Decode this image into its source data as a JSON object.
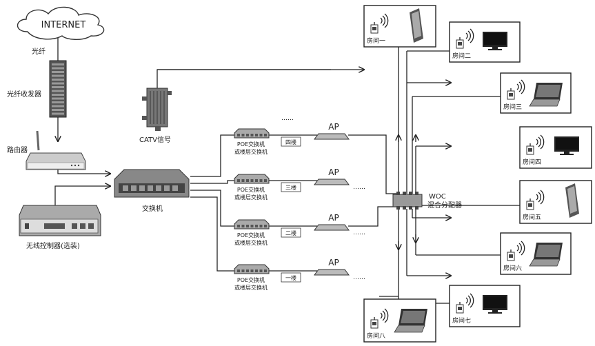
{
  "internet": {
    "label": "INTERNET"
  },
  "fiber": {
    "label": "光纤"
  },
  "fiber_transceiver": {
    "label": "光纤收发器"
  },
  "router": {
    "label": "路由器"
  },
  "wireless_controller": {
    "label": "无线控制器(选装)"
  },
  "core_switch": {
    "label": "交换机"
  },
  "catv": {
    "label": "CATV信号"
  },
  "woc": {
    "title": "WOC",
    "subtitle": "混合分配器"
  },
  "dots": "……",
  "floors": [
    {
      "switch_line1": "POE交换机",
      "switch_line2": "或楼层交换机",
      "floor": "四楼",
      "ap": "AP"
    },
    {
      "switch_line1": "POE交换机",
      "switch_line2": "或楼层交换机",
      "floor": "三楼",
      "ap": "AP"
    },
    {
      "switch_line1": "POE交换机",
      "switch_line2": "或楼层交换机",
      "floor": "二楼",
      "ap": "AP"
    },
    {
      "switch_line1": "POE交换机",
      "switch_line2": "或楼层交换机",
      "floor": "一楼",
      "ap": "AP"
    }
  ],
  "rooms": [
    {
      "label": "房间一",
      "device": "tablet"
    },
    {
      "label": "房间二",
      "device": "tv"
    },
    {
      "label": "房间三",
      "device": "laptop"
    },
    {
      "label": "房间四",
      "device": "tv"
    },
    {
      "label": "房间五",
      "device": "tablet"
    },
    {
      "label": "房间六",
      "device": "laptop"
    },
    {
      "label": "房间七",
      "device": "tv"
    },
    {
      "label": "房间八",
      "device": "laptop"
    }
  ]
}
